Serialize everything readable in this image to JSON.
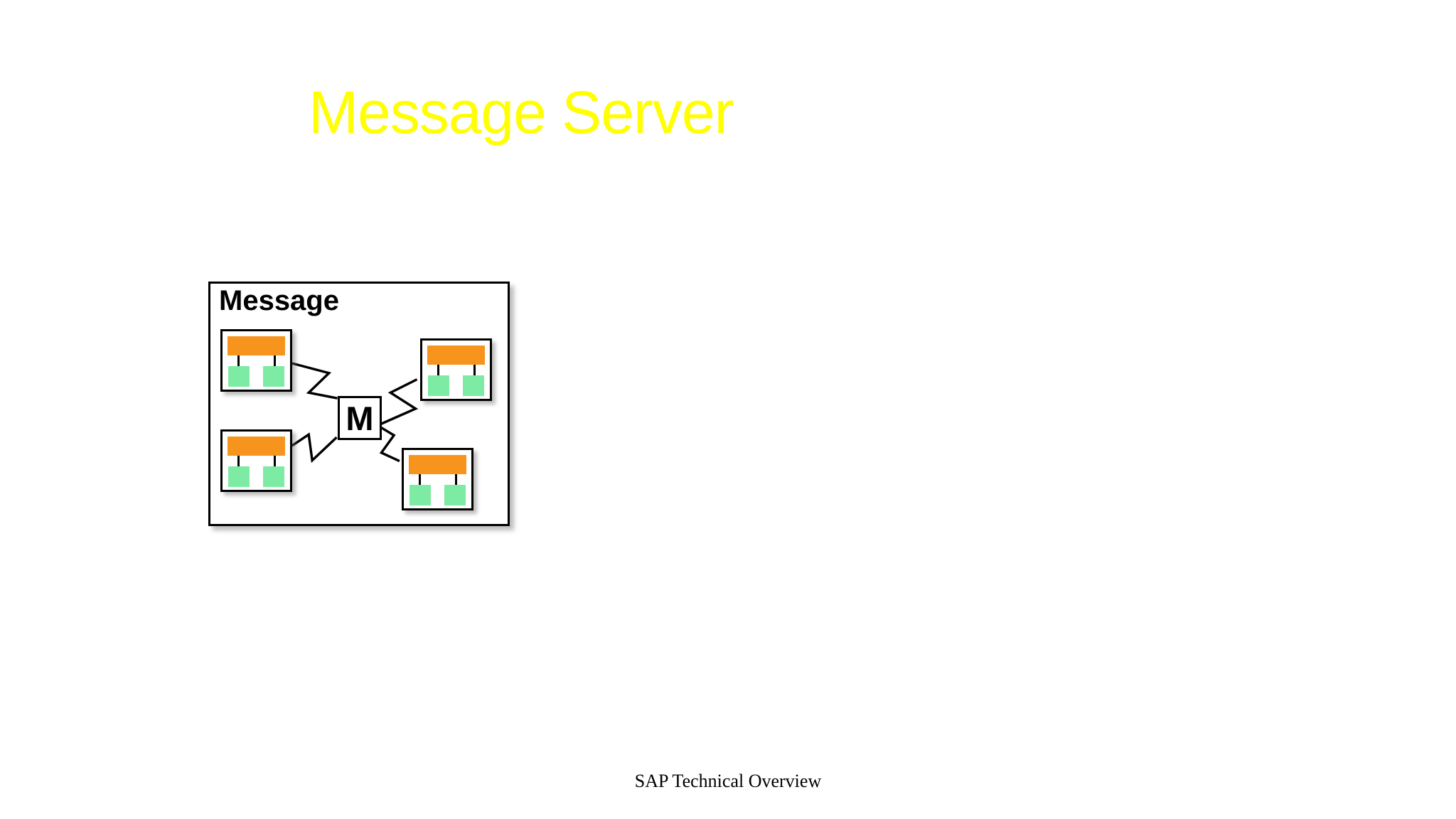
{
  "slide": {
    "title": "Message Server",
    "footer": "SAP Technical Overview"
  },
  "diagram": {
    "label": "Message",
    "central_node_label": "M",
    "server_node_count": 4
  },
  "icons": {
    "server_node": "app-server-icon",
    "central_node": "message-server-m-node",
    "connector": "zigzag-connector"
  },
  "colors": {
    "background": "#ffffff",
    "title_color": "#ffff00",
    "line_color": "#000000",
    "server_top_color": "#f7941e",
    "server_unit_color": "#7deba4"
  }
}
